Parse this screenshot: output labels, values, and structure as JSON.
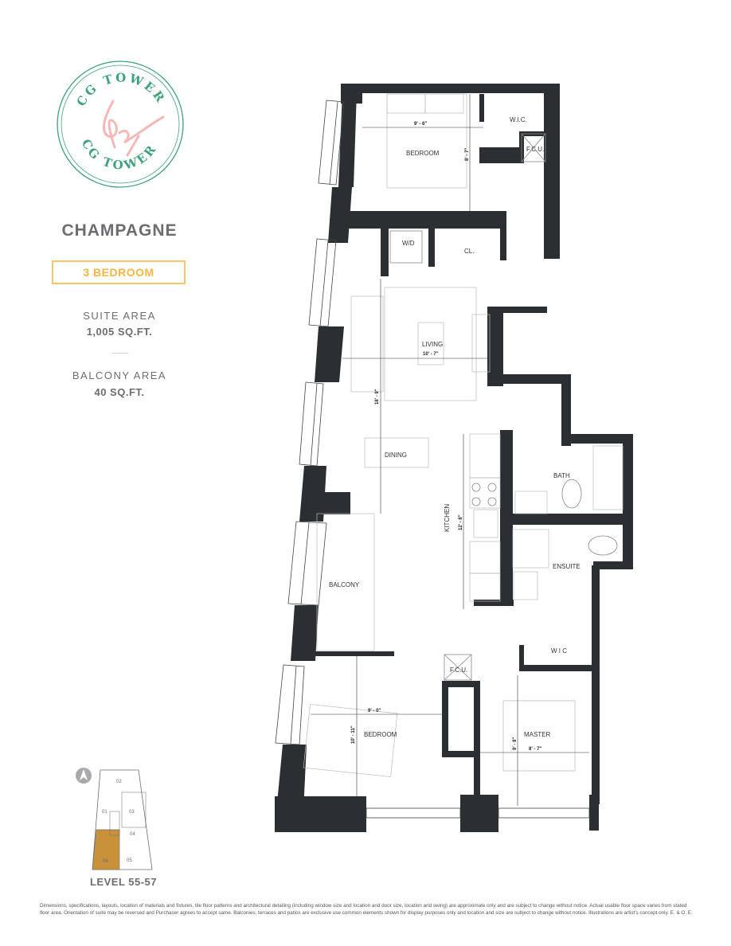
{
  "logo": {
    "text_top": "CG TOWER",
    "text_bottom": "CG TOWER",
    "monogram": "Cg",
    "ring_color": "#3ea37a",
    "monogram_color": "#f5b8b8"
  },
  "suite": {
    "name": "CHAMPAGNE",
    "type_badge": "3 BEDROOM",
    "suite_area_label": "SUITE AREA",
    "suite_area_value": "1,005 SQ.FT.",
    "balcony_area_label": "BALCONY AREA",
    "balcony_area_value": "40 SQ.FT."
  },
  "colors": {
    "text_gray": "#6b6d72",
    "badge_accent": "#f5b642",
    "wall": "#2b2e33",
    "keyplan_highlight": "#c8913a"
  },
  "floorplan": {
    "rooms": {
      "bedroom1": "BEDROOM",
      "wic1": "W.I.C.",
      "fcu1": "F.C.U.",
      "wd": "W/D",
      "closet": "CL.",
      "living": "LIVING",
      "dining": "DINING",
      "kitchen": "KITCHEN",
      "bath": "BATH",
      "ensuite": "ENSUITE",
      "balcony": "BALCONY",
      "fcu2": "F.C.U.",
      "bedroom2": "BEDROOM",
      "wic2": "W I C",
      "master": "MASTER"
    },
    "dimensions": {
      "bedroom1_w": "9' - 6\"",
      "bedroom1_h": "8' - 7\"",
      "living_w": "10' - 7\"",
      "living_dining_h": "18' - 9\"",
      "kitchen_h": "12' - 8\"",
      "bedroom2_w": "9' - 0\"",
      "bedroom2_h": "10' - 11\"",
      "master_h": "9' - 8\"",
      "master_w": "8' - 7\""
    }
  },
  "keyplan": {
    "level": "LEVEL 55-57",
    "north_icon": "north-arrow-icon",
    "units": [
      "01",
      "02",
      "03",
      "04",
      "05",
      "06"
    ],
    "highlighted_unit": "06"
  },
  "disclaimer": "Dimensions, specifications, layouts, location of materials and fixtures, tile floor patterns and architectural detailing (including window size and location and door size, location and swing) are approximate only and are subject to change without notice. Actual usable floor space varies from stated floor area. Orientation of suite may be reversed and Purchaser agrees to accept same. Balconies, terraces and patios are exclusive use common elements shown for display purposes only and location and size are subject to change without notice. Illustrations are artist's concept only. E. & O. E."
}
